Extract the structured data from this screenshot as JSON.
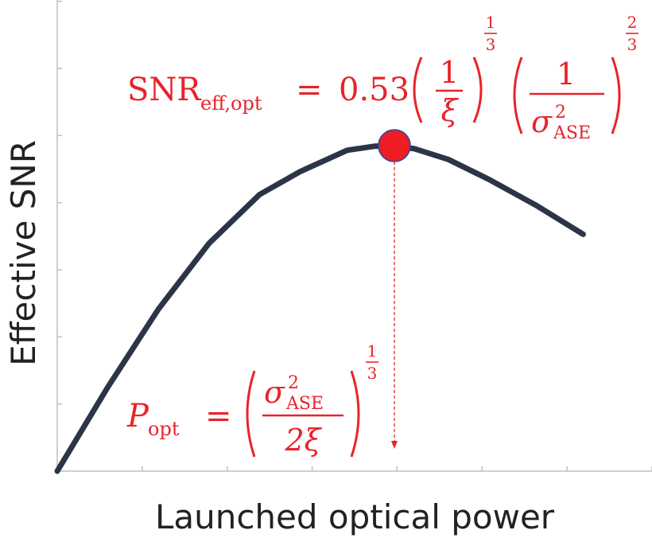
{
  "chart_data": {
    "type": "line",
    "xlabel": "Launched optical power",
    "ylabel": "Effective SNR",
    "xlim": [
      0,
      1
    ],
    "ylim": [
      0,
      1
    ],
    "x_ticks_shown": 7,
    "y_ticks_shown": 7,
    "grid": false,
    "series": [
      {
        "x": [
          0.0,
          0.15,
          0.3,
          0.45,
          0.6,
          0.72,
          0.8,
          0.86,
          0.94,
          1.0,
          1.06,
          1.16,
          1.28,
          1.42,
          1.56
        ],
        "y": [
          0.0,
          0.275,
          0.53,
          0.745,
          0.905,
          0.98,
          1.02,
          1.05,
          1.063,
          1.065,
          1.055,
          1.02,
          0.955,
          0.87,
          0.775
        ],
        "color": "#2b3547"
      }
    ],
    "optimum_point": {
      "x": 1.0,
      "y": 1.065,
      "color": "#ee1c24",
      "outline": "#2e4a9b"
    },
    "annotations": {
      "snr_eq": {
        "lhs": "SNR",
        "lhs_sub": "eff,opt",
        "equals": "=",
        "coeff": "0.53",
        "frac1_num": "1",
        "frac1_den": "ξ",
        "exp1_num": "1",
        "exp1_den": "3",
        "frac2_num": "1",
        "frac2_den_base": "σ",
        "frac2_den_sup": "2",
        "frac2_den_sub": "ASE",
        "exp2_num": "2",
        "exp2_den": "3"
      },
      "popt_eq": {
        "lhs": "P",
        "lhs_sub": "opt",
        "equals": "=",
        "num_base": "σ",
        "num_sup": "2",
        "num_sub": "ASE",
        "den": "2ξ",
        "exp_num": "1",
        "exp_den": "3"
      }
    },
    "colors": {
      "curve": "#2b3547",
      "annotation": "#e8232a",
      "axis": "#bfbfbf"
    }
  }
}
